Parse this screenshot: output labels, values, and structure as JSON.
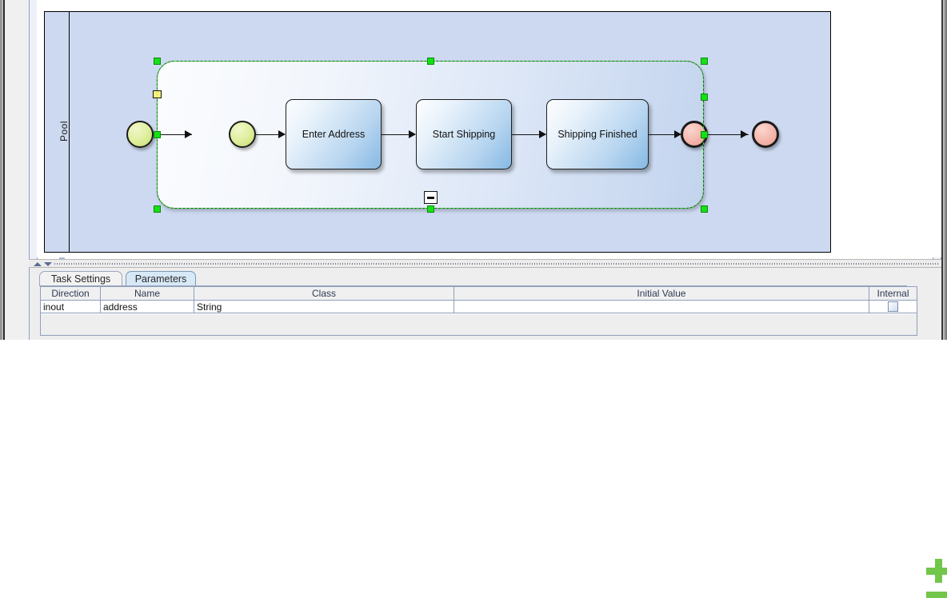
{
  "diagram": {
    "pool_label": "Pool",
    "subprocess": {
      "selected": true,
      "collapse_icon": "minus-icon",
      "selection_color": "#16e016",
      "anchor_color": "#f2ef7a"
    },
    "nodes": [
      {
        "id": "start-outer",
        "type": "start-event",
        "label": ""
      },
      {
        "id": "start-inner",
        "type": "start-event",
        "label": ""
      },
      {
        "id": "task-1",
        "type": "task",
        "label": "Enter Address"
      },
      {
        "id": "task-2",
        "type": "task",
        "label": "Start Shipping"
      },
      {
        "id": "task-3",
        "type": "task",
        "label": "Shipping Finished"
      },
      {
        "id": "end-inner",
        "type": "end-event",
        "label": ""
      },
      {
        "id": "end-outer",
        "type": "end-event",
        "label": ""
      }
    ],
    "colors": {
      "pool_fill": "#ccd9f0",
      "start_event": "#d5e87f",
      "end_event": "#f0aa9d",
      "task_fill": "#b9d6f0"
    }
  },
  "panel": {
    "tabs": [
      {
        "label": "Task Settings",
        "active": false
      },
      {
        "label": "Parameters",
        "active": true
      }
    ],
    "table": {
      "columns": [
        "Direction",
        "Name",
        "Class",
        "Initial Value",
        "Internal"
      ],
      "rows": [
        {
          "Direction": "inout",
          "Name": "address",
          "Class": "String",
          "Initial Value": "",
          "Internal": false
        }
      ]
    },
    "actions": [
      {
        "name": "add-parameter",
        "icon": "plus-icon",
        "color": "#72c64a"
      },
      {
        "name": "remove-parameter",
        "icon": "minus-icon",
        "color": "#72c64a"
      }
    ]
  },
  "divider": {
    "expand_icon": "triangle-up-icon",
    "collapse_icon": "triangle-down-icon"
  }
}
